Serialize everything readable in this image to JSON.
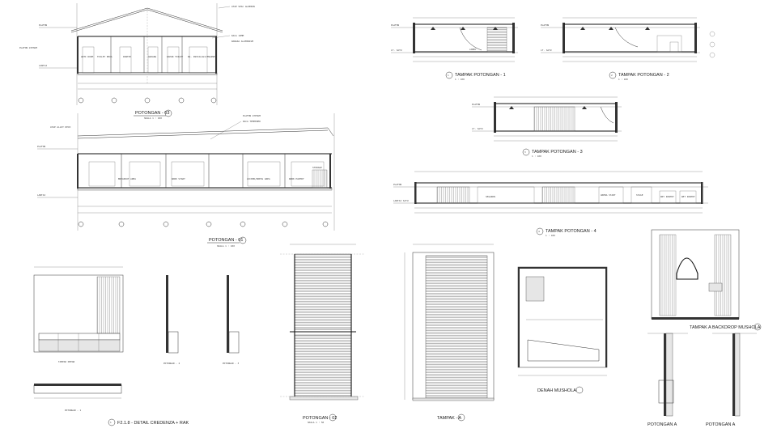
{
  "sheet": {
    "potongan_03": {
      "title": "POTONGAN - 03",
      "scale": "SKALA 1 : 100",
      "rooms": [
        "ANTI ROOM",
        "TOILET PRIA",
        "PANTRY",
        "GUDANG",
        "DAPUR TOILET",
        "RG. INSTALASI/ENGINE"
      ],
      "levels": [
        "PLAFON",
        "LANTAI"
      ],
      "notes": [
        "ATAP SPAC ALDERON",
        "KACA 10MM",
        "RANGKA ALUMINIUM",
        "PLAFON GYPSUM"
      ]
    },
    "potongan_01": {
      "title": "POTONGAN - 01",
      "scale": "SKALA 1 : 100",
      "rooms": [
        "BREAKOUT AREA",
        "WORK START",
        "LOCKER/DRESS AREA",
        "WORK PANTRY",
        "STORAGE"
      ],
      "levels": [
        "PLAFON",
        "LANTAI"
      ],
      "notes": [
        "ATAP ALLOY DECK",
        "PLAFON GYPSUM",
        "KACA TEMPERED"
      ]
    },
    "tampak_1": {
      "title": "TAMPAK POTONGAN - 1",
      "scale": "1 : 100",
      "number": "1",
      "tags": [
        "PLAFON",
        "LT. SATU"
      ],
      "room": "LOBBY"
    },
    "tampak_2": {
      "title": "TAMPAK POTONGAN - 2",
      "scale": "1 : 100",
      "number": "2",
      "tags": [
        "PLAFON",
        "LT. SATU"
      ]
    },
    "tampak_3": {
      "title": "TAMPAK POTONGAN - 3",
      "scale": "1 : 100",
      "number": "3",
      "tags": [
        "PLAFON",
        "LT. SATU"
      ]
    },
    "tampak_4": {
      "title": "TAMPAK POTONGAN - 4",
      "scale": "1 : 100",
      "number": "4",
      "tags": [
        "PLAFON",
        "LANTAI SATU"
      ],
      "rooms": [
        "ARENA START",
        "STAGE",
        "DRY PANTRY",
        "WET PANTRY",
        "SEGARON"
      ]
    },
    "detail_credenza": {
      "title": "F2.1.8 - DETAIL CREDENZA + RAK",
      "number": "1",
      "views": [
        "TAMPAK DEPAN",
        "POTONGAN - 1",
        "POTONGAN - 2",
        "POTONGAN - 3"
      ]
    },
    "potongan_02": {
      "title": "POTONGAN - 02",
      "scale": "SKALA 1 : 50"
    },
    "tampak_a": {
      "title": "TAMPAK - A"
    },
    "denah_mushola": {
      "title": "DENAH MUSHOLA"
    },
    "tampak_backdrop": {
      "title": "TAMPAK A BACKDROP MUSHOLA"
    },
    "potongan_bottom": {
      "title": "POTONGAN A",
      "title2": "POTONGAN A"
    }
  }
}
